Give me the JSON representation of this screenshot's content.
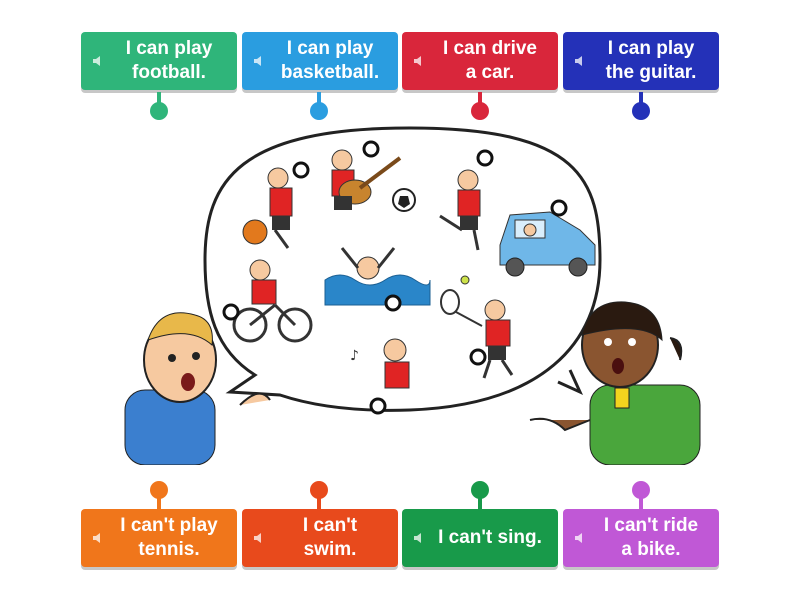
{
  "labels": [
    {
      "text": "I can play\nfootball.",
      "color": "#2fb57a"
    },
    {
      "text": "I can play\nbasketball.",
      "color": "#2a9de0"
    },
    {
      "text": "I can drive\na car.",
      "color": "#d9263b"
    },
    {
      "text": "I can play\nthe guitar.",
      "color": "#2431b8"
    },
    {
      "text": "I can't play\ntennis.",
      "color": "#f0761b"
    },
    {
      "text": "I can't\nswim.",
      "color": "#e84a1c"
    },
    {
      "text": "I can't sing.",
      "color": "#189a4a"
    },
    {
      "text": "I can't ride\na bike.",
      "color": "#c058d6"
    }
  ],
  "icons": {
    "speaker": "speaker-icon"
  }
}
